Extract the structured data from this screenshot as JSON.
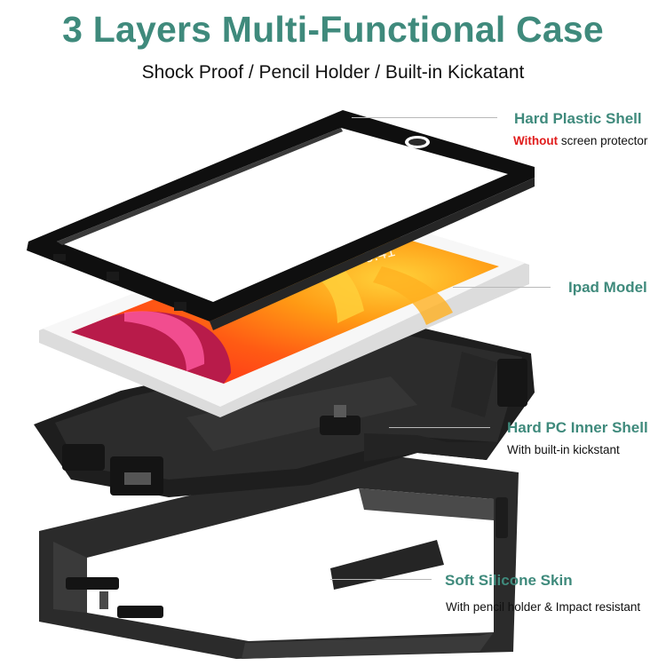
{
  "header": {
    "title": "3 Layers Multi-Functional Case",
    "subtitle": "Shock Proof / Pencil Holder / Built-in Kickatant"
  },
  "layers": [
    {
      "name": "Hard Plastic Shell",
      "note_highlight": "Without",
      "note_rest": " screen protector"
    },
    {
      "name": "Ipad Model"
    },
    {
      "name": "Hard PC Inner Shell",
      "note": "With built-in kickstant"
    },
    {
      "name": "Soft Silicone Skin",
      "note": "With pencil holder & Impact resistant"
    }
  ],
  "screen": {
    "time": "9:41"
  },
  "colors": {
    "accent": "#3f8a7c",
    "highlight": "#e01b1b",
    "case": "#1c1c1c"
  }
}
